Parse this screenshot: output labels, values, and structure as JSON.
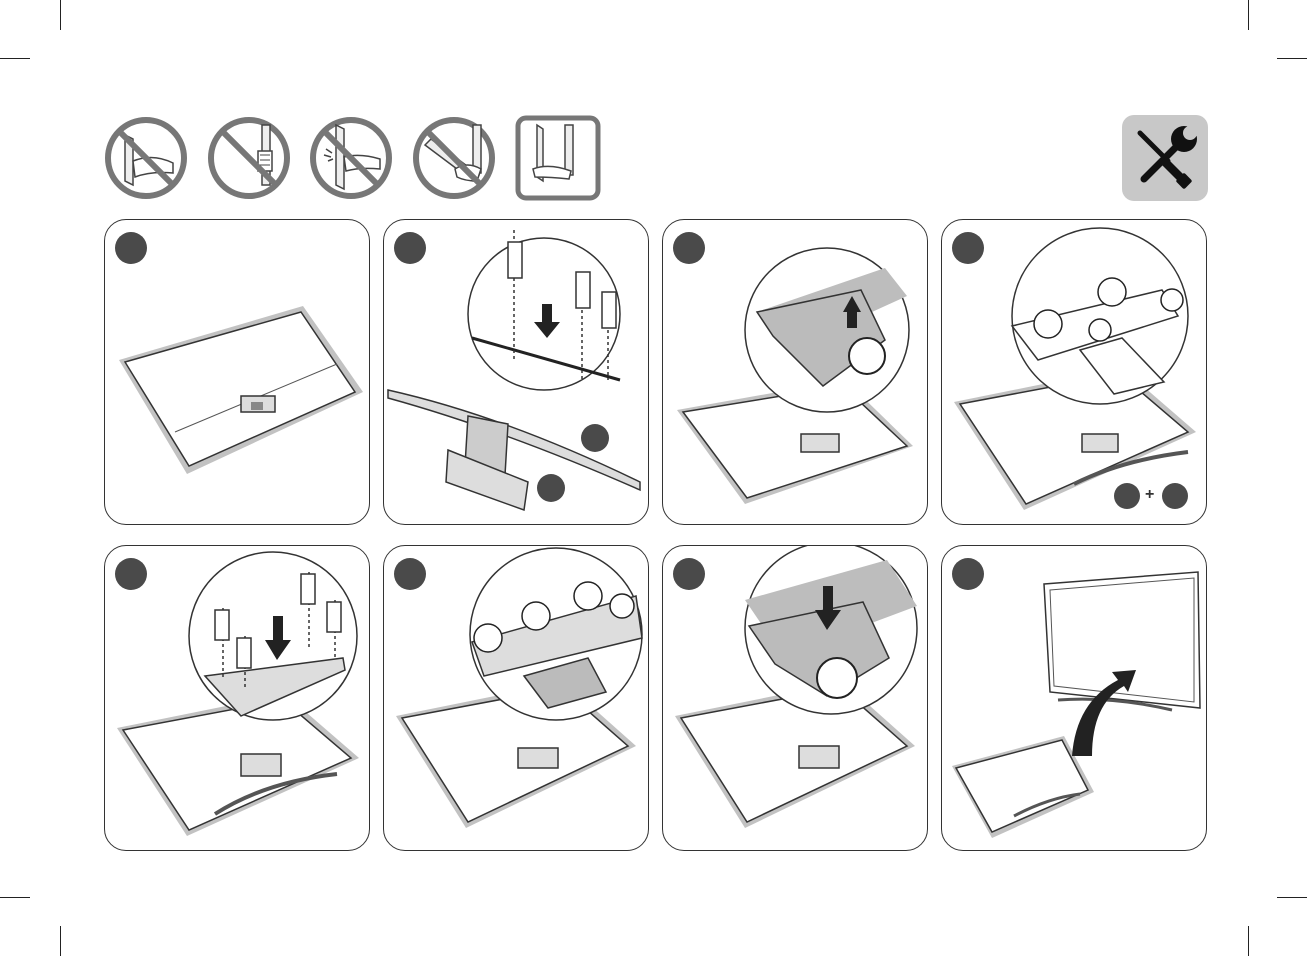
{
  "header": {
    "warning_icons": [
      "no-lift-by-edge-icon",
      "no-grip-screen-icon",
      "no-press-screen-icon",
      "no-hold-bottom-icon",
      "correct-lift-icon"
    ],
    "tools_icon": "screwdriver-wrench-icon"
  },
  "steps": [
    {
      "num": "",
      "scene": "tv-face-down"
    },
    {
      "num": "",
      "scene": "stand-body-screws"
    },
    {
      "num": "",
      "scene": "cover-remove"
    },
    {
      "num": "",
      "scene": "stand-hook-insert"
    },
    {
      "num": "",
      "scene": "stand-screws-tighten"
    },
    {
      "num": "",
      "scene": "cover-slide"
    },
    {
      "num": "",
      "scene": "cover-attach"
    },
    {
      "num": "",
      "scene": "tv-stand-up"
    }
  ],
  "callouts": {
    "plus": "+"
  },
  "colors": {
    "panel_border": "#333333",
    "step_badge": "#4a4a4a",
    "tools_bg": "#c8c8c8",
    "shade": "#bdbdbd"
  }
}
